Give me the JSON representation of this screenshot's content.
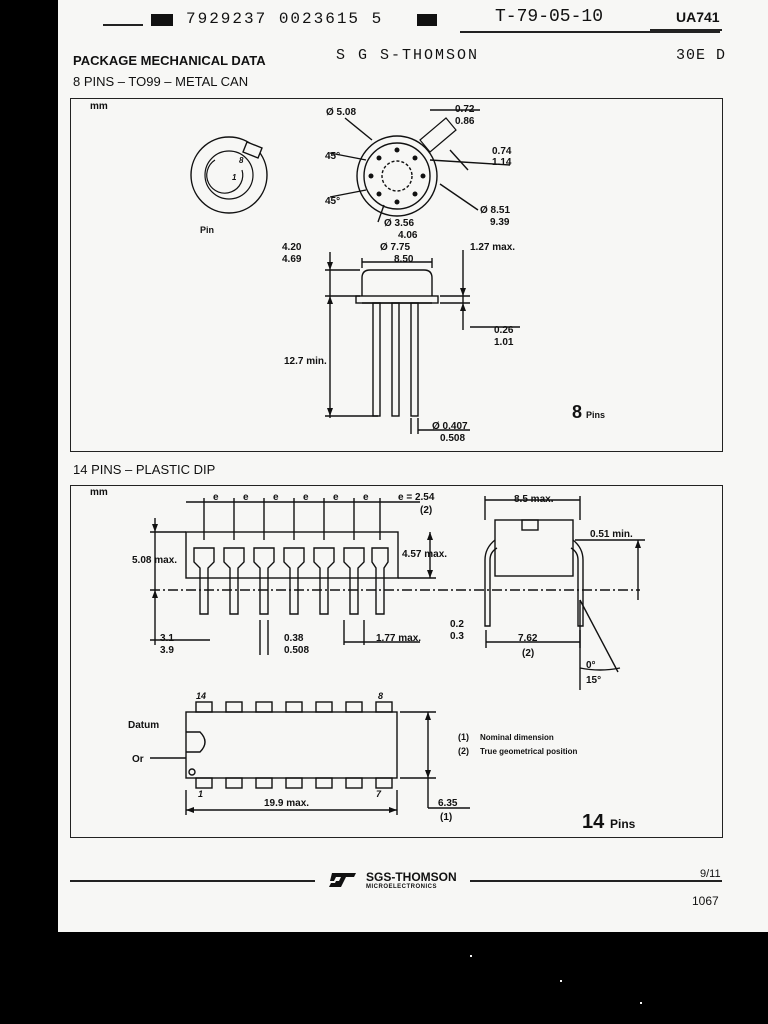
{
  "header": {
    "barcode_text": "7929237 0023615 5",
    "code": "T-79-05-10",
    "part": "UA741",
    "section": "PACKAGE MECHANICAL DATA",
    "company": "S G S-THOMSON",
    "code2": "30E D"
  },
  "to99": {
    "title": "8 PINS – TO99 – METAL CAN",
    "unit": "mm",
    "pin_label": "Pin",
    "pin_count": "8",
    "pins_word": "Pins",
    "dims": {
      "d508": "Ø 5.08",
      "d072": "0.72",
      "d086": "0.86",
      "d074": "0.74",
      "d114": "1.14",
      "a45a": "45°",
      "a45b": "45°",
      "d851": "Ø 8.51",
      "d939": "9.39",
      "d356": "Ø 3.56",
      "d406": "4.06",
      "d420": "4.20",
      "d469": "4.69",
      "d775": "Ø 7.75",
      "d850": "8.50",
      "d127": "1.27 max.",
      "d026": "0.26",
      "d101": "1.01",
      "d127min": "12.7 min.",
      "d0407": "Ø 0.407",
      "d0508": "0.508"
    }
  },
  "dip": {
    "title": "14 PINS – PLASTIC DIP",
    "unit": "mm",
    "pin_count": "14",
    "pins_word": "Pins",
    "dims": {
      "e": "e",
      "e254": "e = 2.54",
      "n2a": "(2)",
      "d508max": "5.08 max.",
      "d457max": "4.57 max.",
      "d31": "3.1",
      "d39": "3.9",
      "d038": "0.38",
      "d0508": "0.508",
      "d177": "1.77 max.",
      "d85max": "8.5 max.",
      "d051min": "0.51 min.",
      "d02": "0.2",
      "d03": "0.3",
      "d762": "7.62",
      "n2b": "(2)",
      "a0": "0°",
      "a15": "15°",
      "p14": "14",
      "p8": "8",
      "p1": "1",
      "p7": "7",
      "datum": "Datum",
      "or": "Or",
      "d199": "19.9 max.",
      "d635": "6.35",
      "n1": "(1)"
    },
    "notes": [
      {
        "num": "(1)",
        "text": "Nominal dimension"
      },
      {
        "num": "(2)",
        "text": "True geometrical position"
      }
    ]
  },
  "footer": {
    "brand": "SGS-THOMSON",
    "brand_sub": "MICROELECTRONICS",
    "page_ratio": "9/11",
    "page_number": "1067"
  }
}
